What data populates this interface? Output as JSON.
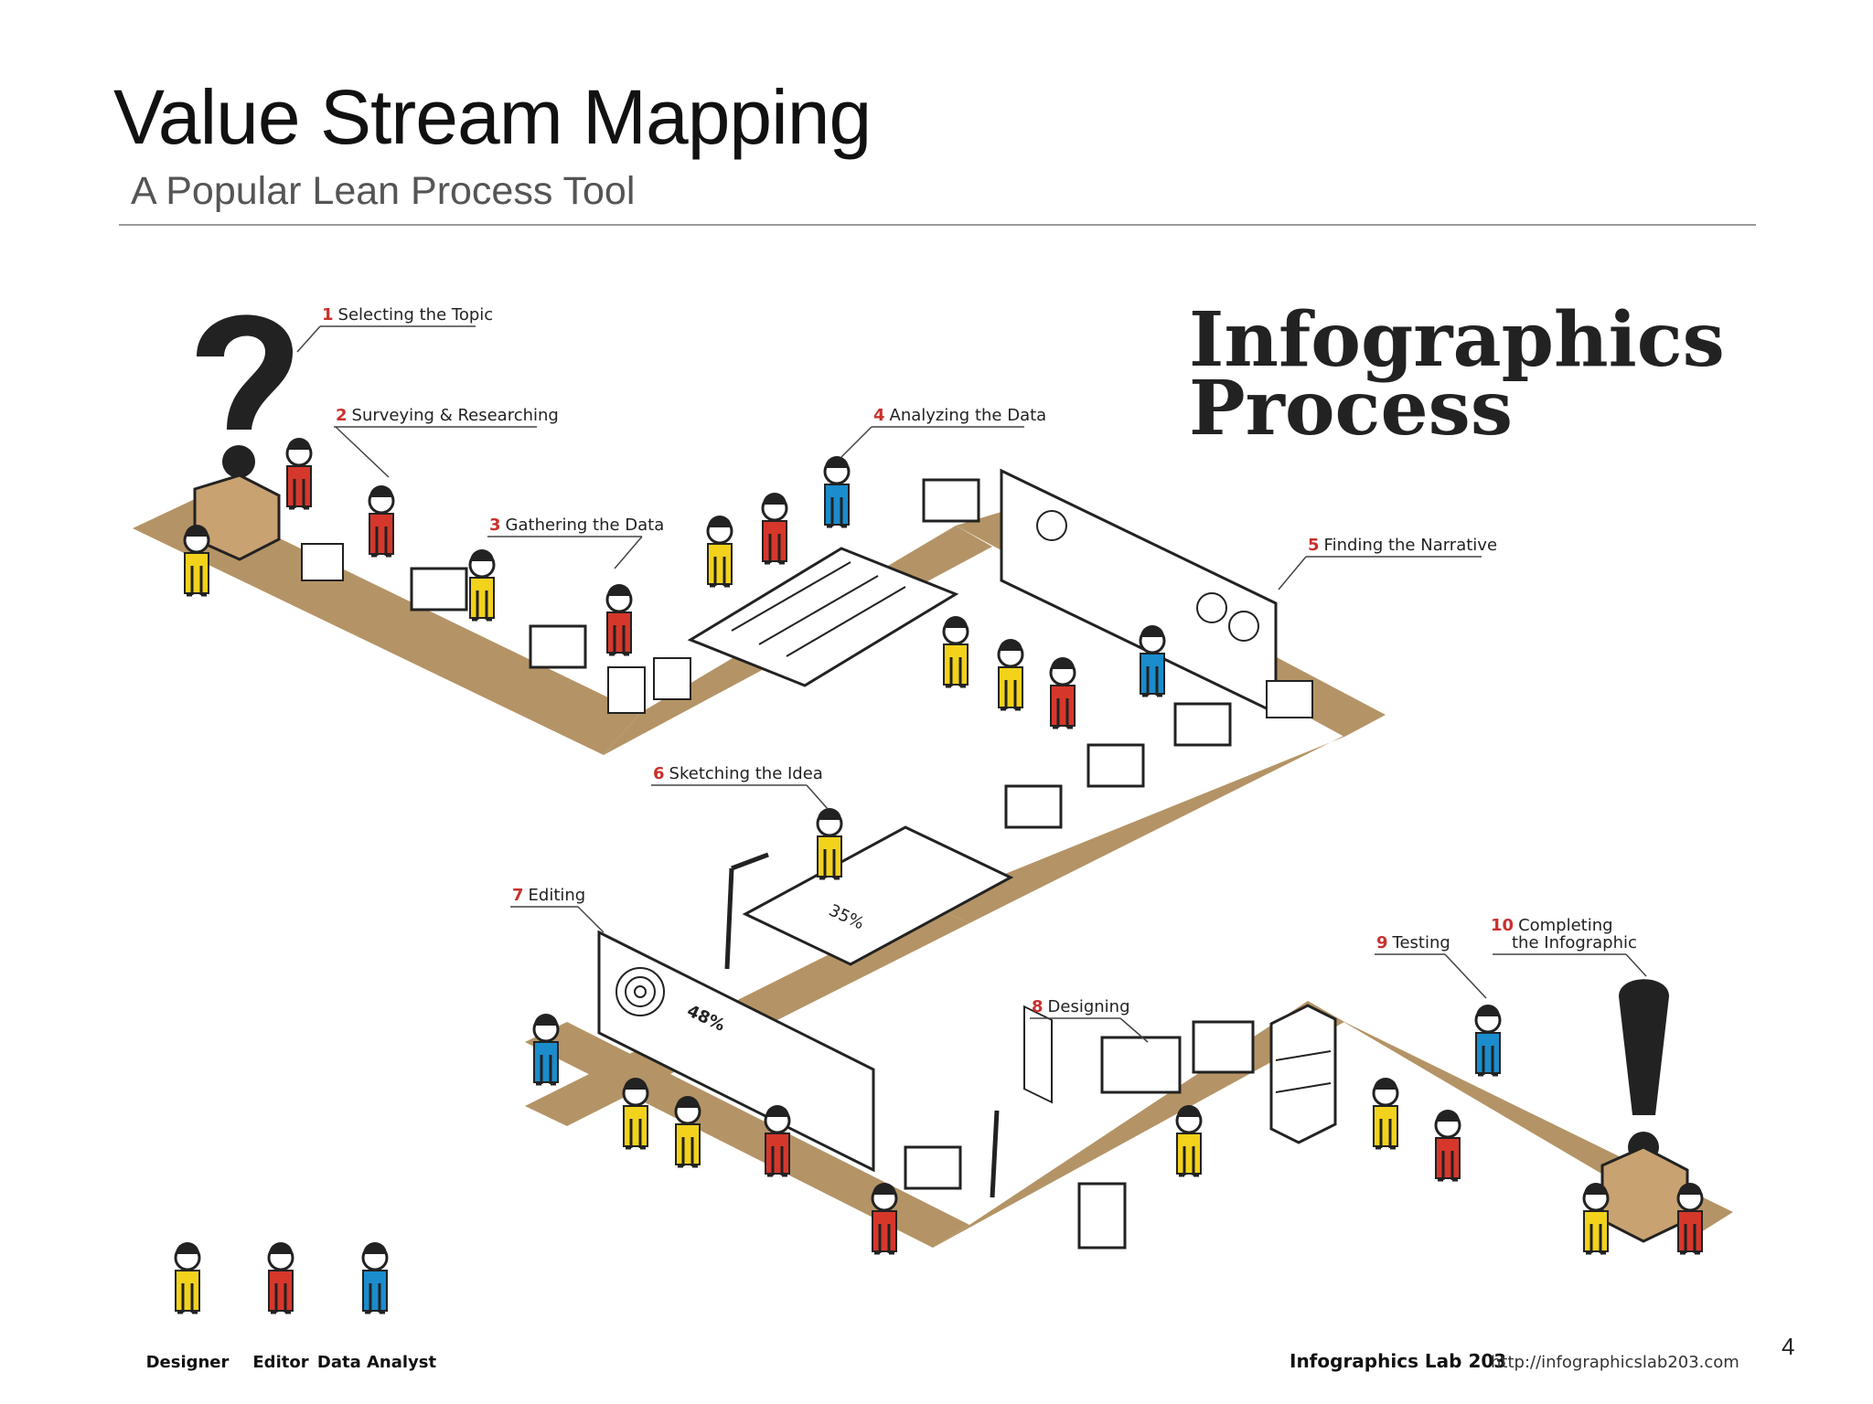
{
  "slide": {
    "title": "Value Stream Mapping",
    "subtitle": "A Popular Lean Process Tool",
    "page_number": "4"
  },
  "infographic": {
    "heading_line1": "Infographics",
    "heading_line2": "Process",
    "steps": [
      {
        "num": "1",
        "label": "Selecting the Topic"
      },
      {
        "num": "2",
        "label": "Surveying & Researching"
      },
      {
        "num": "3",
        "label": "Gathering the Data"
      },
      {
        "num": "4",
        "label": "Analyzing the Data"
      },
      {
        "num": "5",
        "label": "Finding the Narrative"
      },
      {
        "num": "6",
        "label": "Sketching the Idea"
      },
      {
        "num": "7",
        "label": "Editing"
      },
      {
        "num": "8",
        "label": "Designing"
      },
      {
        "num": "9",
        "label": "Testing"
      },
      {
        "num": "10",
        "label": "Completing",
        "label2": "the Infographic"
      }
    ],
    "board_texts": {
      "percent_a": "48%",
      "percent_b": "35%"
    },
    "legend": [
      {
        "label": "Designer",
        "color": "#f2d21b"
      },
      {
        "label": "Editor",
        "color": "#d6372b"
      },
      {
        "label": "Data Analyst",
        "color": "#1b8ccc"
      }
    ],
    "footer_brand": "Infographics Lab 203",
    "footer_url": "http://infographicslab203.com"
  },
  "colors": {
    "floor": "#b49466",
    "designer": "#f2d21b",
    "editor": "#d6372b",
    "analyst": "#1b8ccc",
    "ink": "#222222",
    "step_number": "#c9302c"
  }
}
